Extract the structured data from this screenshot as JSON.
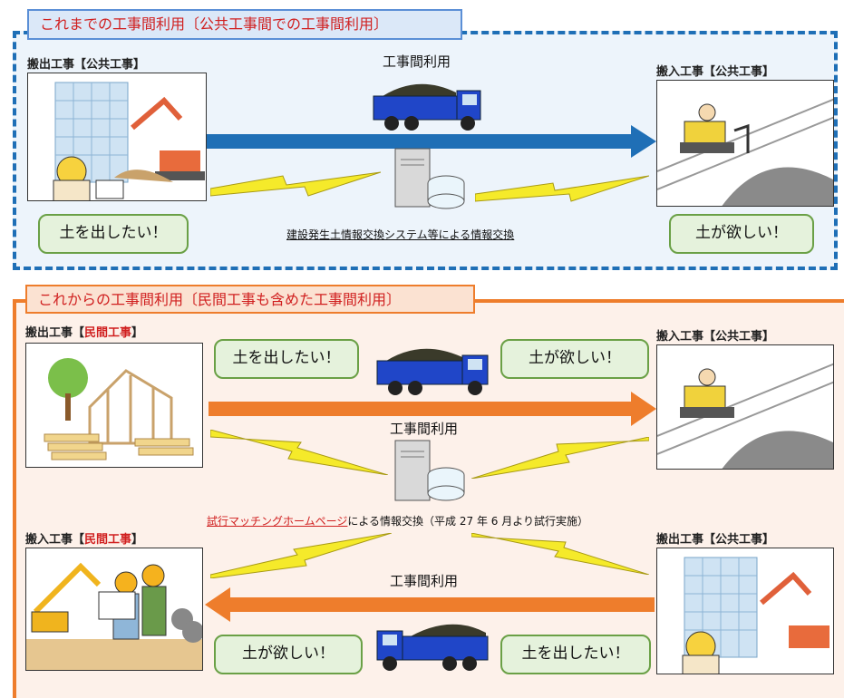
{
  "sections": {
    "current": {
      "title": "これまでの工事間利用〔公共工事間での工事間利用〕",
      "source_label_prefix": "搬出工事【",
      "source_label_type": "公共工事",
      "source_label_suffix": "】",
      "dest_label": "搬入工事【公共工事】",
      "flow_label": "工事間利用",
      "source_bubble": "土を出したい！",
      "dest_bubble": "土が欲しい！",
      "system_caption": "建設発生土情報交換システム等による情報交換"
    },
    "future": {
      "title": "これからの工事間利用〔民間工事も含めた工事間利用〕",
      "row1": {
        "source_label_prefix": "搬出工事【",
        "source_label_type": "民間工事",
        "source_label_suffix": "】",
        "dest_label": "搬入工事【公共工事】",
        "source_bubble": "土を出したい！",
        "dest_bubble": "土が欲しい！",
        "flow_label": "工事間利用"
      },
      "matching_caption_link": "試行マッチングホームページ",
      "matching_caption_rest": "による情報交換（平成 27 年 6 月より試行実施）",
      "row2": {
        "dest_label_prefix": "搬入工事【",
        "dest_label_type": "民間工事",
        "dest_label_suffix": "】",
        "source_label": "搬出工事【公共工事】",
        "flow_label": "工事間利用",
        "dest_bubble": "土が欲しい！",
        "source_bubble": "土を出したい！"
      }
    }
  },
  "colors": {
    "blue_arrow": "#1f6fb6",
    "orange_arrow": "#ee7d2c",
    "bolt": "#f5ea2a",
    "bubble_fill": "#e5f2dc"
  },
  "icons": [
    "demolition-site-icon",
    "bulldozer-site-icon",
    "wood-frame-house-icon",
    "workers-excavator-icon",
    "dump-truck-icon",
    "server-database-icon",
    "lightning-bolt-icon"
  ]
}
